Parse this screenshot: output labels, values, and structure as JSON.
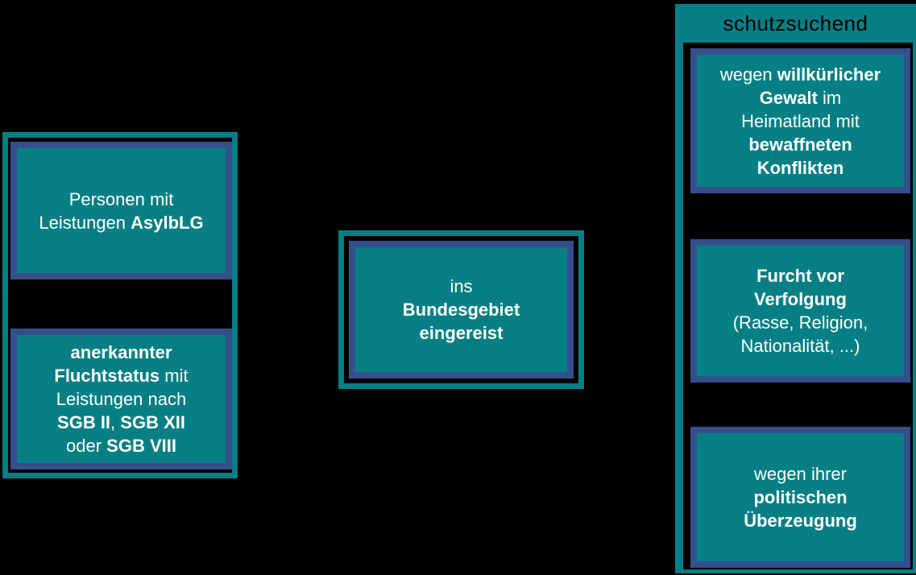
{
  "colors": {
    "teal": "#067F84",
    "border_blue": "#364F8B",
    "background": "#000000",
    "text_light": "#FFFFFF",
    "text_dark": "#000000"
  },
  "left_panel": {
    "boxes": [
      {
        "id": "personen-asylblg",
        "lines": [
          [
            {
              "t": "Personen mit",
              "b": false
            }
          ],
          [
            {
              "t": "Leistungen ",
              "b": false
            },
            {
              "t": "AsylbLG",
              "b": true
            }
          ]
        ]
      },
      {
        "id": "anerkannter-fluchtstatus",
        "lines": [
          [
            {
              "t": "anerkannter",
              "b": true
            }
          ],
          [
            {
              "t": "Fluchtstatus",
              "b": true
            },
            {
              "t": " mit",
              "b": false
            }
          ],
          [
            {
              "t": "Leistungen nach",
              "b": false
            }
          ],
          [
            {
              "t": "SGB II",
              "b": true
            },
            {
              "t": ", ",
              "b": false
            },
            {
              "t": "SGB XII",
              "b": true
            }
          ],
          [
            {
              "t": "oder ",
              "b": false
            },
            {
              "t": "SGB VIII",
              "b": true
            }
          ]
        ]
      }
    ]
  },
  "center_box": {
    "id": "bundesgebiet-eingereist",
    "lines": [
      [
        {
          "t": "ins",
          "b": false
        }
      ],
      [
        {
          "t": "Bundesgebiet",
          "b": true
        }
      ],
      [
        {
          "t": "eingereist",
          "b": true
        }
      ]
    ]
  },
  "right_panel": {
    "header": "schutzsuchend",
    "boxes": [
      {
        "id": "willkuerliche-gewalt",
        "lines": [
          [
            {
              "t": "wegen ",
              "b": false
            },
            {
              "t": "willkürlicher",
              "b": true
            }
          ],
          [
            {
              "t": "Gewalt",
              "b": true
            },
            {
              "t": " im",
              "b": false
            }
          ],
          [
            {
              "t": "Heimatland mit",
              "b": false
            }
          ],
          [
            {
              "t": "bewaffneten",
              "b": true
            }
          ],
          [
            {
              "t": "Konflikten",
              "b": true
            }
          ]
        ]
      },
      {
        "id": "furcht-vor-verfolgung",
        "lines": [
          [
            {
              "t": "Furcht vor",
              "b": true
            }
          ],
          [
            {
              "t": "Verfolgung",
              "b": true
            }
          ],
          [
            {
              "t": "(Rasse, Religion,",
              "b": false
            }
          ],
          [
            {
              "t": "Nationalität, ...)",
              "b": false
            }
          ]
        ]
      },
      {
        "id": "politische-ueberzeugung",
        "lines": [
          [
            {
              "t": "wegen ihrer",
              "b": false
            }
          ],
          [
            {
              "t": "politischen",
              "b": true
            }
          ],
          [
            {
              "t": "Überzeugung",
              "b": true
            }
          ]
        ]
      }
    ]
  }
}
